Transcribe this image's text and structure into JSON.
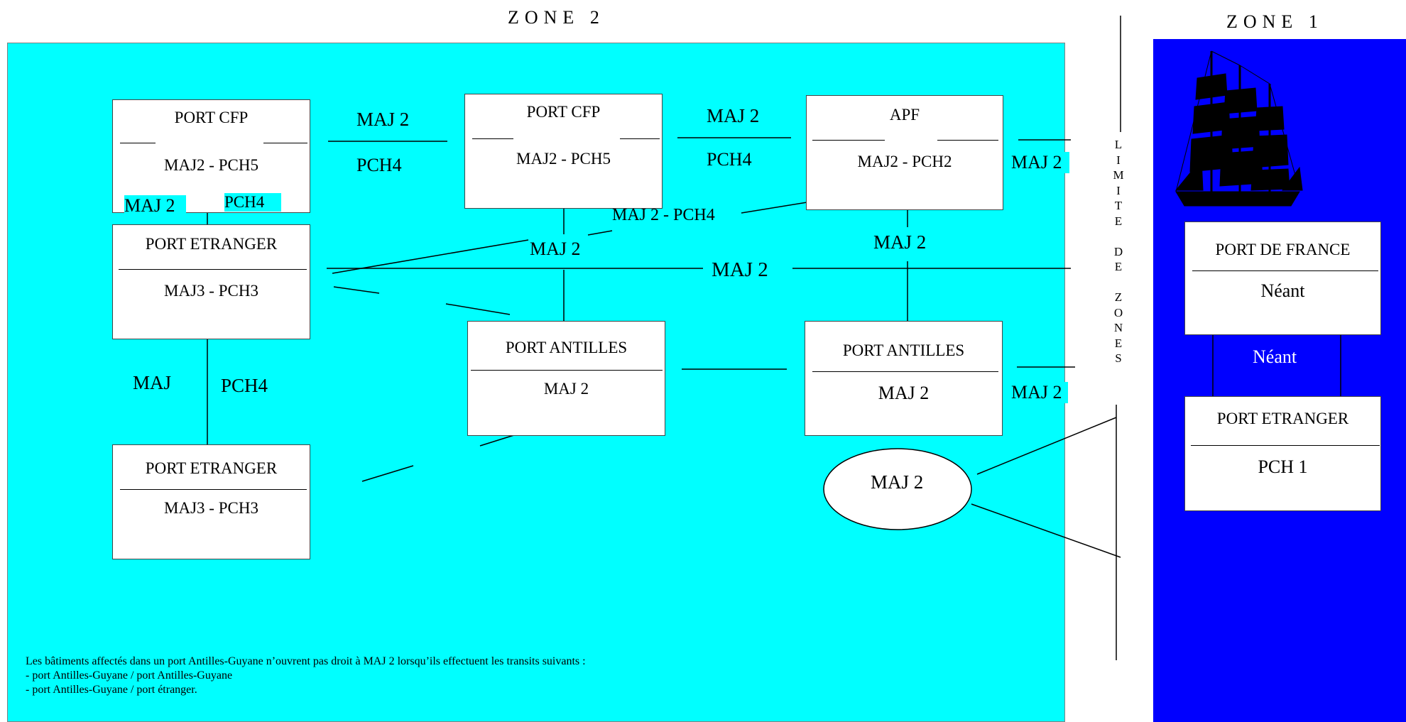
{
  "zones": {
    "zone2_title": "ZONE 2",
    "zone1_title": "ZONE 1"
  },
  "boxes": {
    "cfp_left": {
      "name": "PORT CFP",
      "rate": "MAJ2 - PCH5"
    },
    "cfp_center": {
      "name": "PORT CFP",
      "rate": "MAJ2 - PCH5"
    },
    "apf": {
      "name": "APF",
      "rate": "MAJ2 - PCH2"
    },
    "etranger_mid": {
      "name": "PORT ETRANGER",
      "rate": "MAJ3 - PCH3"
    },
    "etranger_bottom": {
      "name": "PORT ETRANGER",
      "rate": "MAJ3 - PCH3"
    },
    "antilles_center": {
      "name": "PORT ANTILLES",
      "rate": "MAJ 2"
    },
    "antilles_right": {
      "name": "PORT ANTILLES",
      "rate": "MAJ 2"
    },
    "france": {
      "name": "PORT DE FRANCE",
      "rate": "Néant"
    },
    "etranger_zone1": {
      "name": "PORT ETRANGER",
      "rate": "PCH 1"
    }
  },
  "labels": {
    "cfp_link_maj": "MAJ 2",
    "cfp_link_pch": "PCH4",
    "cfp_apf_maj": "MAJ 2",
    "cfp_apf_pch": "PCH4",
    "apf_border": "MAJ 2",
    "cfp_etr_maj": "MAJ 2",
    "cfp_etr_pch": "PCH4",
    "apf_etr_combo": "MAJ 2 - PCH4",
    "center_cross": "MAJ 2",
    "long_line": "MAJ 2",
    "apf_antilles": "MAJ 2",
    "etr_vertical_maj": "MAJ",
    "etr_vertical_pch": "PCH4",
    "antilles_border": "MAJ 2",
    "oval": "MAJ 2",
    "zone1_link": "Néant"
  },
  "limite_de_zones": [
    "L",
    "I",
    "M",
    "I",
    "T",
    "E",
    "",
    "D",
    "E",
    "",
    "Z",
    "O",
    "N",
    "E",
    "S"
  ],
  "footnote": {
    "line1": "Les bâtiments affectés dans un port Antilles-Guyane n’ouvrent pas droit à MAJ 2 lorsqu’ils effectuent les transits suivants :",
    "line2": "- port Antilles-Guyane / port Antilles-Guyane",
    "line3": "- port Antilles-Guyane / port étranger."
  },
  "colors": {
    "zone2": "#00ffff",
    "zone1": "#0000ff",
    "box": "#ffffff",
    "line": "#000000",
    "zone1_text": "#ffffff"
  },
  "icons": [
    "sailing-ship-icon"
  ]
}
